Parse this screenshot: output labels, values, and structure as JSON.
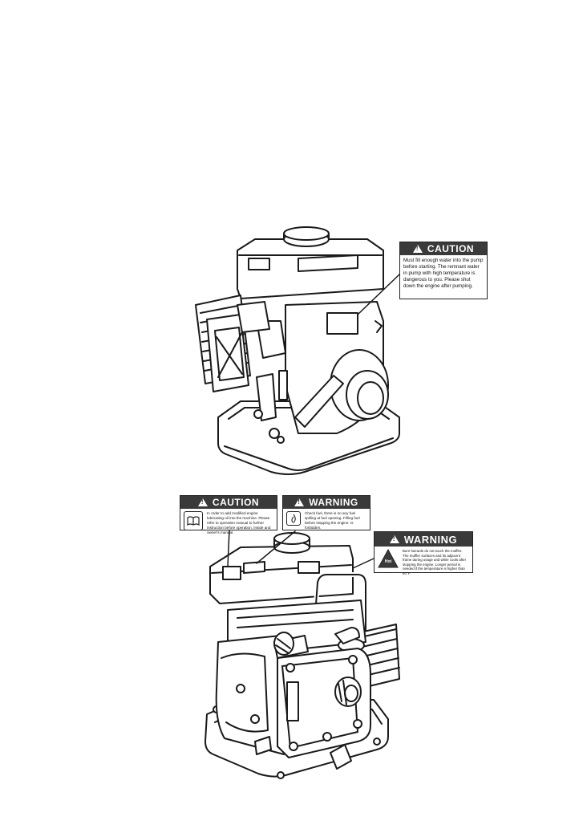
{
  "labels": {
    "caution_top": {
      "heading": "CAUTION",
      "text": "Must fill enough water into the pump before starting. The remnant water in pump with high temperature is dangerous to you. Please shut down the engine after pumping."
    },
    "caution_bottom": {
      "heading": "CAUTION",
      "text": "In order to add modified engine lubricating oil into the machine. Please refer to operation manual to further instruction before operation. Inside and owner's manual."
    },
    "warning_middle": {
      "heading": "WARNING",
      "text": "Check fuel, there is no any fuel spilling at fuel opening. Filling fuel before stopping the engine. Is forbidden."
    },
    "warning_right": {
      "heading": "WARNING",
      "text": "Burn hazards do not touch the muffler. The muffler surfaces and its adjacent frame during usage and while cools after stopping the engine. Longer period is needed if the temperature is higher than 60°F.",
      "icon_tag": "Hot"
    }
  },
  "icons": [
    "warning-triangle-icon",
    "manual-book-icon",
    "fuel-flame-icon",
    "hot-surface-icon"
  ]
}
